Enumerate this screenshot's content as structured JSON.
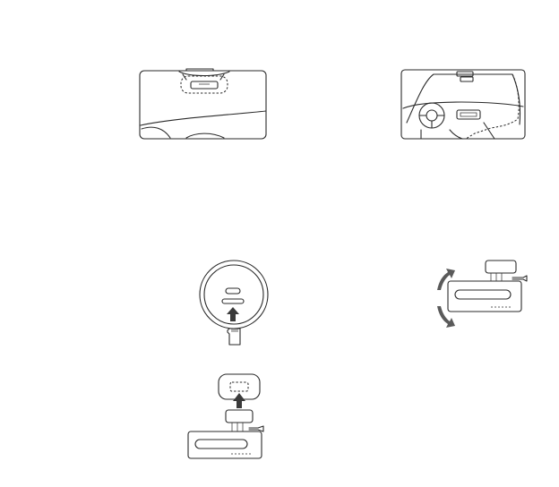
{
  "page": {
    "background": "#ffffff",
    "line_color": "#2a2a2a"
  },
  "illustrations": [
    {
      "name": "windshield-mount-position-closeup",
      "icon": "windshield-mirror-area-icon"
    },
    {
      "name": "car-interior-cable-routing",
      "icon": "car-interior-icon"
    },
    {
      "name": "memory-card-insertion",
      "icon": "microsd-card-icon"
    },
    {
      "name": "camera-rotation-adjustment",
      "icon": "rotate-arrows-icon"
    },
    {
      "name": "mount-attachment",
      "icon": "mount-bracket-icon"
    }
  ]
}
